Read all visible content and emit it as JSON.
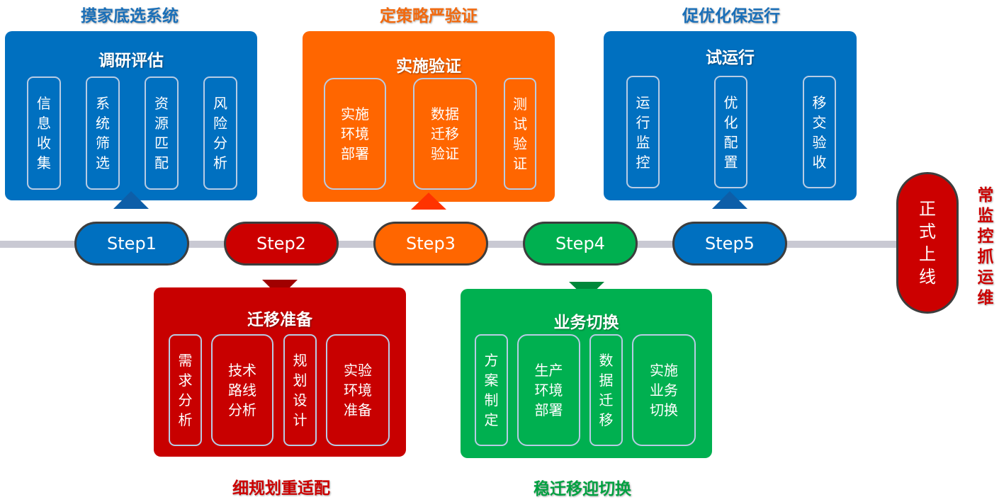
{
  "colors": {
    "blue": "#0070c0",
    "red": "#c80000",
    "orange": "#ff6600",
    "green": "#00b050",
    "line": "#c9c9d3"
  },
  "captions": {
    "c1": "摸家底选系统",
    "c2": "细规划重适配",
    "c3": "定策略严验证",
    "c4": "稳迁移迎切换",
    "c5": "促优化保运行",
    "c6": "常\n监\n控\n抓\n运\n维"
  },
  "phases": [
    {
      "title": "调研评估",
      "items": [
        "信\n息\n收\n集",
        "系\n统\n筛\n选",
        "资\n源\n匹\n配",
        "风\n险\n分\n析"
      ]
    },
    {
      "title": "迁移准备",
      "items": [
        "需\n求\n分\n析",
        "技术\n路线\n分析",
        "规\n划\n设\n计",
        "实验\n环境\n准备"
      ]
    },
    {
      "title": "实施验证",
      "items": [
        "实施\n环境\n部署",
        "数据\n迁移\n验证",
        "测\n试\n验\n证"
      ]
    },
    {
      "title": "业务切换",
      "items": [
        "方\n案\n制\n定",
        "生产\n环境\n部署",
        "数\n据\n迁\n移",
        "实施\n业务\n切换"
      ]
    },
    {
      "title": "试运行",
      "items": [
        "运\n行\n监\n控",
        "优\n化\n配\n置",
        "移\n交\n验\n收"
      ]
    }
  ],
  "steps": [
    "Step1",
    "Step2",
    "Step3",
    "Step4",
    "Step5"
  ],
  "final": "正\n式\n上\n线"
}
